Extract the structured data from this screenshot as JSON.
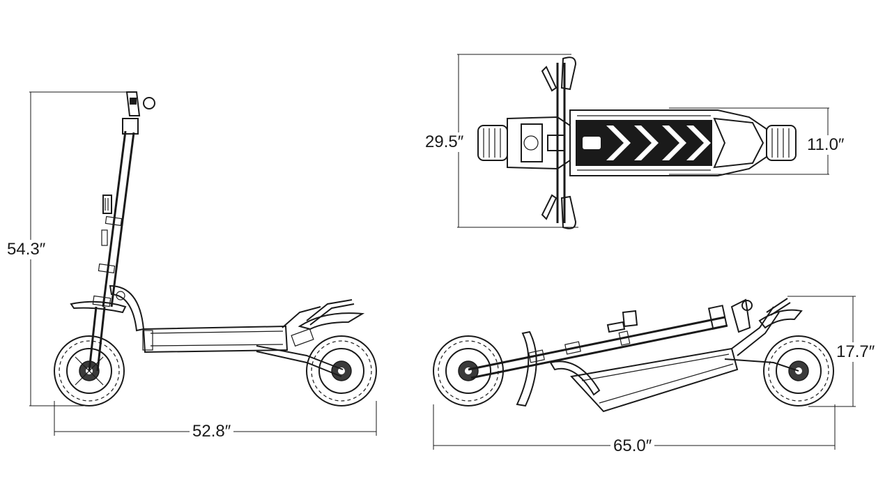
{
  "dimensions": {
    "side_height": "54.3″",
    "side_length": "52.8″",
    "top_width": "29.5″",
    "top_deck_width": "11.0″",
    "folded_height": "17.7″",
    "folded_length": "65.0″"
  }
}
